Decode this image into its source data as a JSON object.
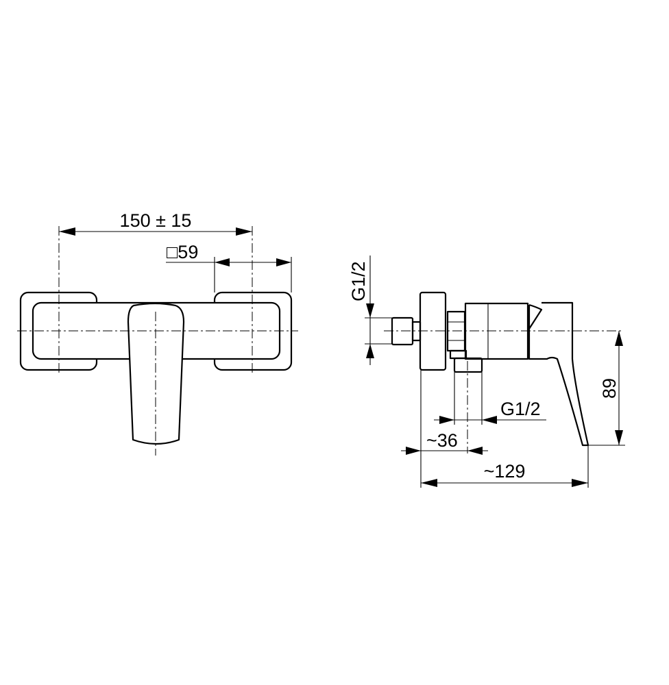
{
  "front_view": {
    "dim_center_distance": "150 ± 15",
    "dim_escutcheon_size": "□59"
  },
  "side_view": {
    "dim_inlet_thread": "G1/2",
    "dim_outlet_thread": "G1/2",
    "dim_outlet_offset": "~36",
    "dim_depth": "~129",
    "dim_height": "89"
  },
  "colors": {
    "line": "#000000",
    "background": "#ffffff"
  }
}
